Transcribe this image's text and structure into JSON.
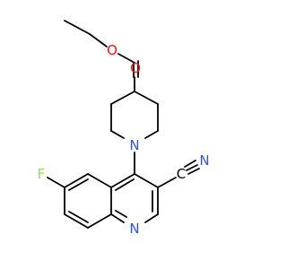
{
  "molecule": {
    "atoms": {
      "carbonyl_oxygen": {
        "symbol": "O",
        "color": "#ff0d0d"
      },
      "ester_oxygen": {
        "symbol": "O",
        "color": "#ff0d0d"
      },
      "piperidine_nitrogen": {
        "symbol": "N",
        "color": "#3050f8"
      },
      "nitrile_nitrogen": {
        "symbol": "N",
        "color": "#3050f8"
      },
      "fluorine": {
        "symbol": "F",
        "color": "#90e050"
      },
      "quinoline_nitrogen": {
        "symbol": "N",
        "color": "#3050f8"
      },
      "nitrile_carbon": {
        "symbol": "C",
        "color": "#000000"
      }
    },
    "bond_color": "#000000"
  }
}
